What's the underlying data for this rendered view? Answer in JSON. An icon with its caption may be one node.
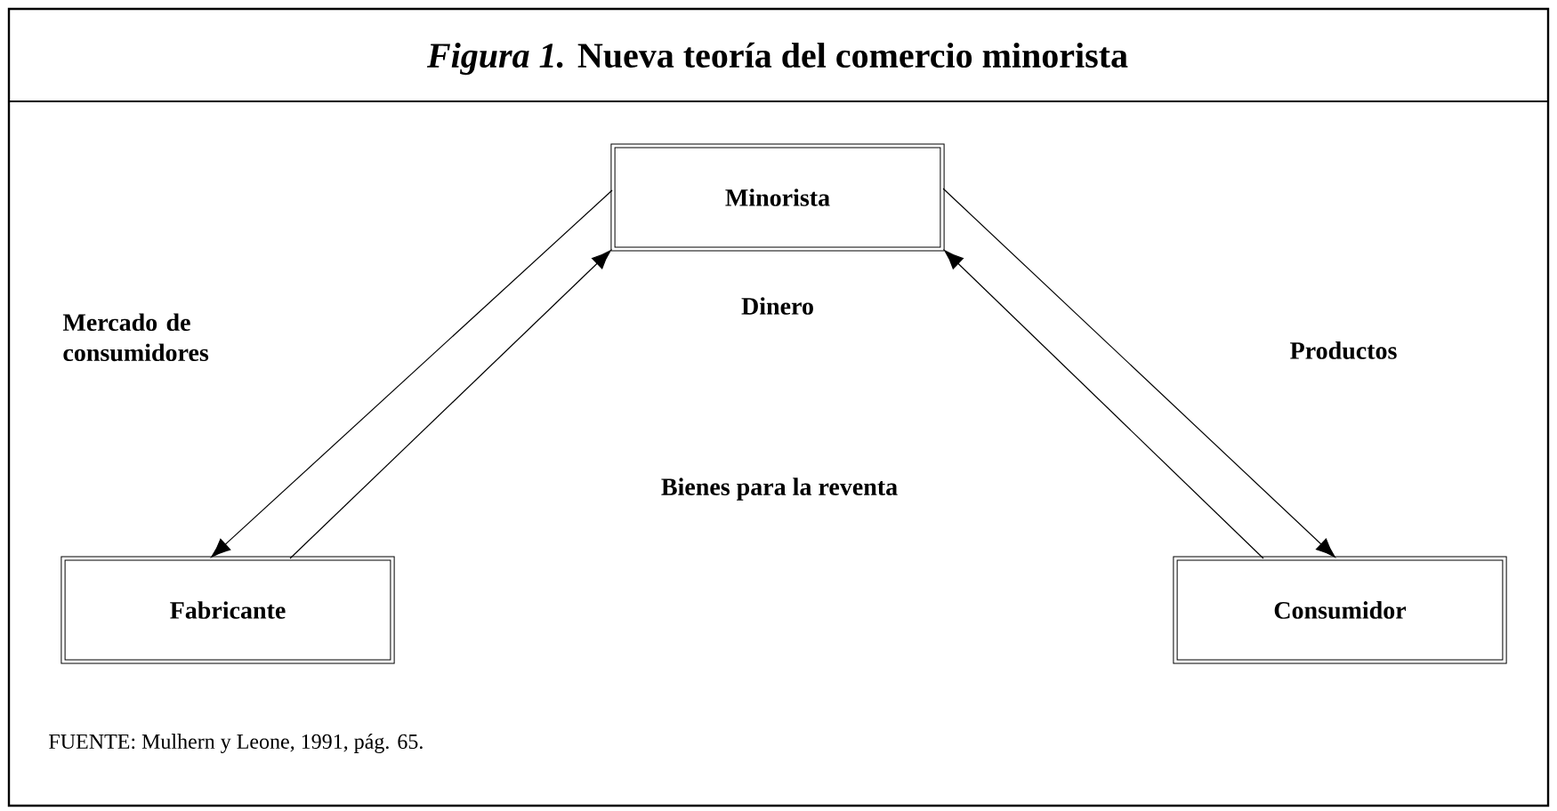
{
  "diagram": {
    "title": "*Figura 1.* Nueva teoría del comercio minorista",
    "caption": "FUENTE: Mulhern y Leone, 1991, pág. 65.",
    "nodes": [
      {
        "text": [
          "Minorista"
        ]
      },
      {
        "text": [
          "Fabricante"
        ]
      },
      {
        "text": [
          "Consumidor"
        ]
      }
    ],
    "edges": [
      {
        "from": 0,
        "to": 1,
        "arrow": "to"
      },
      {
        "from": 1,
        "to": 0,
        "arrow": "to"
      },
      {
        "from": 2,
        "to": 0,
        "arrow": "to"
      },
      {
        "from": 0,
        "to": 2,
        "arrow": "to"
      }
    ],
    "labels": [
      "Mercado de consumidores",
      "Dinero",
      "Productos",
      "Bienes para la reventa"
    ]
  }
}
